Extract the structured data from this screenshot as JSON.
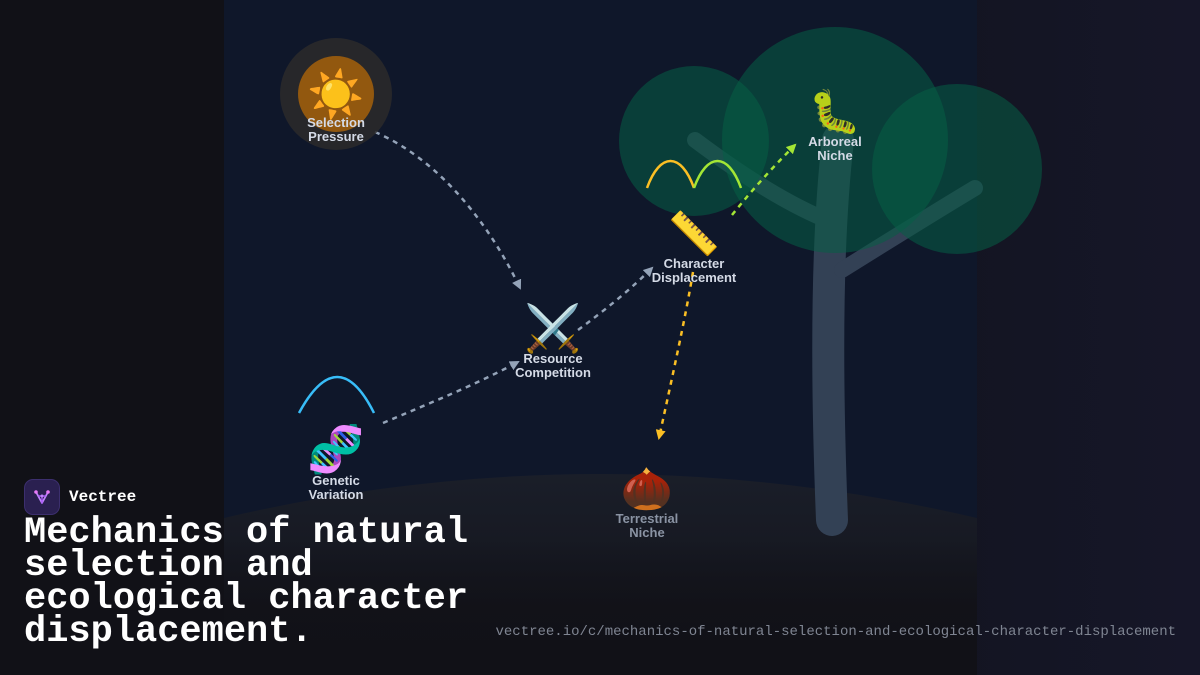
{
  "brand": {
    "name": "Vectree",
    "logo_icon": "vectree-logo-icon",
    "accent": "#a855f7"
  },
  "title": "Mechanics of natural selection and ecological character displacement.",
  "url": "vectree.io/c/mechanics-of-natural-selection-and-ecological-character-displacement",
  "nodes": {
    "selection_pressure": {
      "icon": "sun-icon",
      "glyph": "☀️",
      "line1": "Selection",
      "line2": "Pressure"
    },
    "genetic_variation": {
      "icon": "dna-icon",
      "glyph": "🧬",
      "line1": "Genetic",
      "line2": "Variation"
    },
    "resource_competition": {
      "icon": "crossed-swords-icon",
      "glyph": "⚔️",
      "line1": "Resource",
      "line2": "Competition"
    },
    "character_displacement": {
      "icon": "ruler-icon",
      "glyph": "📏",
      "line1": "Character",
      "line2": "Displacement"
    },
    "arboreal_niche": {
      "icon": "caterpillar-icon",
      "glyph": "🐛",
      "line1": "Arboreal",
      "line2": "Niche"
    },
    "terrestrial_niche": {
      "icon": "chestnut-icon",
      "glyph": "🌰",
      "line1": "Terrestrial",
      "line2": "Niche"
    }
  },
  "colors": {
    "background": "#0f172a",
    "arrow_default": "#94a3b8",
    "arrow_arboreal": "#a3e635",
    "arrow_terrestrial": "#fbbf24",
    "variation_curve": "#38bdf8",
    "canopy": "#065f46"
  }
}
